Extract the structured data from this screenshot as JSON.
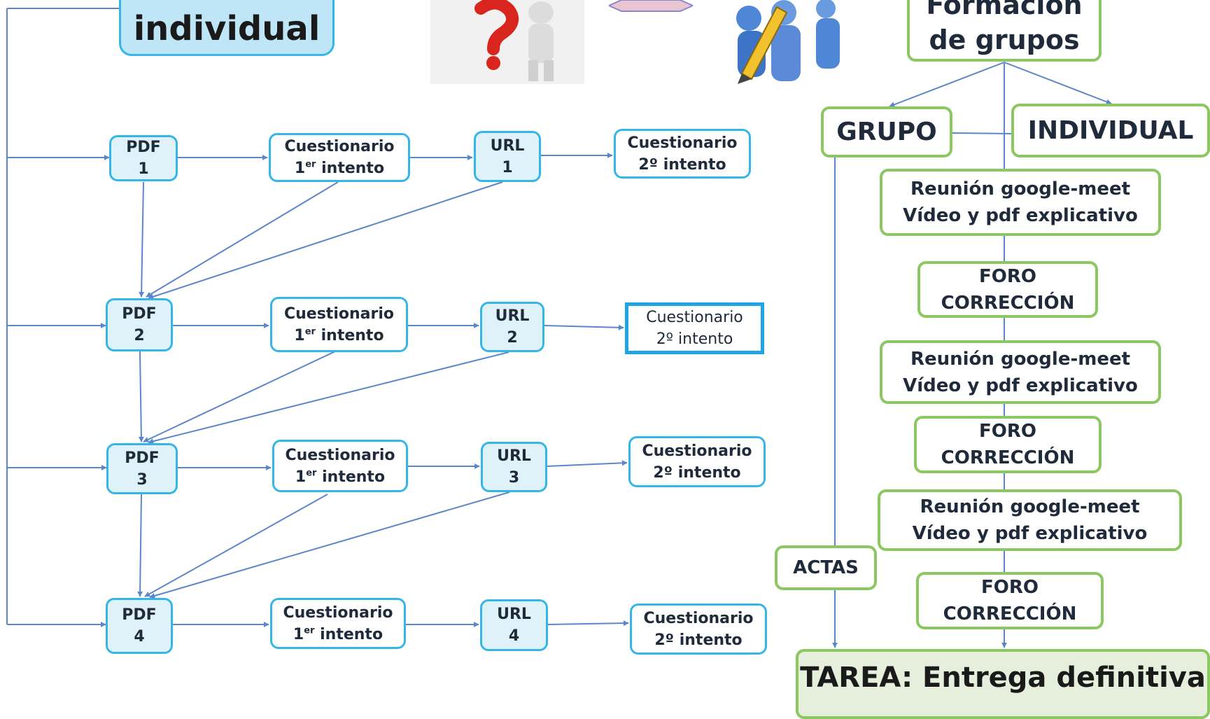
{
  "header": {
    "left_box": "individual",
    "right_box_line1": "Formación",
    "right_box_line2": "de grupos"
  },
  "rows": [
    {
      "pdf": [
        "PDF",
        "1"
      ],
      "cuestionario1": [
        "Cuestionario",
        "1",
        "er",
        " intento"
      ],
      "url": [
        "URL",
        "1"
      ],
      "cuestionario2": [
        "Cuestionario",
        "2º intento"
      ]
    },
    {
      "pdf": [
        "PDF",
        "2"
      ],
      "cuestionario1": [
        "Cuestionario",
        "1",
        "er",
        " intento"
      ],
      "url": [
        "URL",
        "2"
      ],
      "cuestionario2": [
        "Cuestionario",
        "2º intento"
      ]
    },
    {
      "pdf": [
        "PDF",
        "3"
      ],
      "cuestionario1": [
        "Cuestionario",
        "1",
        "er",
        " intento"
      ],
      "url": [
        "URL",
        "3"
      ],
      "cuestionario2": [
        "Cuestionario",
        "2º intento"
      ]
    },
    {
      "pdf": [
        "PDF",
        "4"
      ],
      "cuestionario1": [
        "Cuestionario",
        "1",
        "er",
        " intento"
      ],
      "url": [
        "URL",
        "4"
      ],
      "cuestionario2": [
        "Cuestionario",
        "2º intento"
      ]
    }
  ],
  "right": {
    "grupo": "GRUPO",
    "individual": "INDIVIDUAL",
    "meets": [
      [
        "Reunión google-meet",
        "Vídeo y pdf explicativo"
      ],
      [
        "Reunión google-meet",
        "Vídeo y pdf explicativo"
      ],
      [
        "Reunión google-meet",
        "Vídeo y pdf explicativo"
      ]
    ],
    "foros": [
      [
        "FORO",
        "CORRECCIÓN"
      ],
      [
        "FORO",
        "CORRECCIÓN"
      ],
      [
        "FORO",
        "CORRECCIÓN"
      ]
    ],
    "actas": "ACTAS",
    "tarea": "TAREA: Entrega definitiva"
  },
  "colors": {
    "arrow": "#5b86c9",
    "blue_border": "#35b6e8",
    "green_border": "#8cc862",
    "pdf_fill": "#dff2fa",
    "top_box_fill": "#bfe6f7",
    "tarea_fill": "#e6efdc"
  },
  "icons": [
    "question-person-icon",
    "double-arrow-icon",
    "people-pencil-icon"
  ]
}
